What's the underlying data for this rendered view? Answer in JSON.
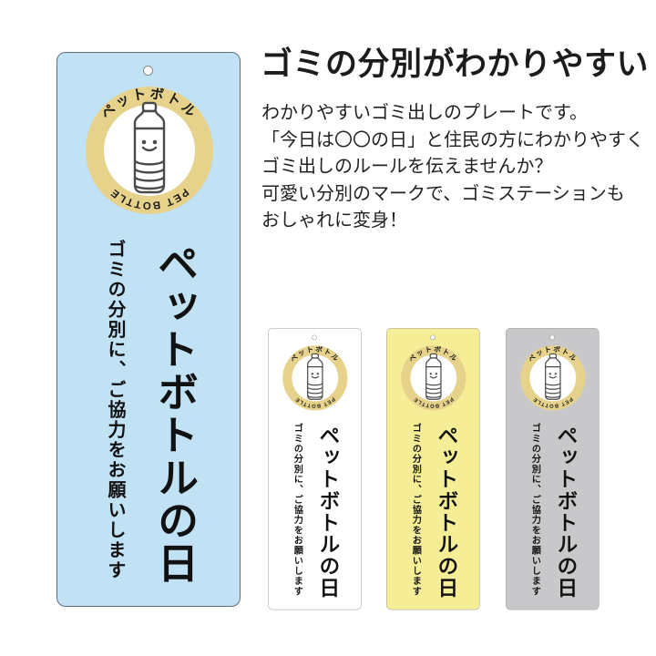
{
  "headline": "ゴミの分別がわかりやすい",
  "description_lines": [
    "わかりやすいゴミ出しのプレートです。",
    "「今日は〇〇の日」と住民の方にわかりやすく",
    "ゴミ出しのルールを伝えませんか？",
    "可愛い分別のマークで、ゴミステーションも",
    "おしゃれに変身！"
  ],
  "plate": {
    "title": "ペットボトルの日",
    "subtitle": "ゴミの分別に、ご協力をお願いします",
    "badge": {
      "top_text": "ペットボトル",
      "bottom_text": "PET BOTTLE",
      "ring_color": "#e7d28c",
      "inner_color": "#ffffff",
      "outline_color": "#4a4a4a"
    }
  },
  "plates": [
    {
      "name": "blue",
      "color": "#c1e1f5",
      "border": "#5f707b"
    },
    {
      "name": "white",
      "color": "#ffffff",
      "border": "#9e9e9e"
    },
    {
      "name": "yellow",
      "color": "#f5ee96",
      "border": "#9e9e9e"
    },
    {
      "name": "gray",
      "color": "#c8c8ca",
      "border": "#9e9e9e"
    }
  ]
}
